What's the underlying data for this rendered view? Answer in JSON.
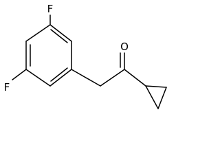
{
  "molecule": {
    "atom_labels": {
      "fluorine_top": "F",
      "fluorine_left": "F",
      "oxygen": "O"
    },
    "colors": {
      "bond": "#000000",
      "label": "#000000",
      "background": "#ffffff"
    }
  }
}
